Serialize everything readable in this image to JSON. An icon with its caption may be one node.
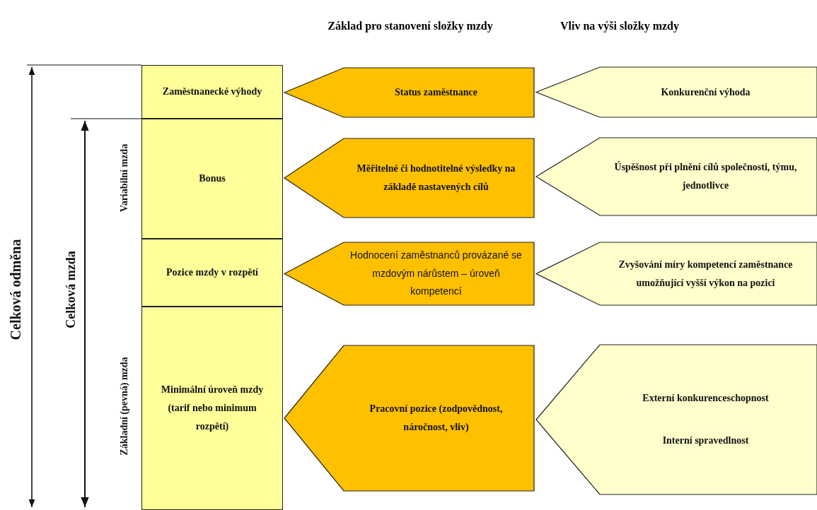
{
  "diagram": {
    "nodes": [
      {
        "text": [
          "Zaměstnanecké výhody"
        ]
      },
      {
        "text": [
          "Bonus"
        ]
      },
      {
        "text": [
          "Pozice mzdy v rozpětí"
        ]
      },
      {
        "text": [
          "Minimální úroveň mzdy (tarif nebo minimum rozpětí)"
        ]
      },
      {
        "text": [
          "Status zaměstnance"
        ]
      },
      {
        "text": [
          "Měřitelné či hodnotitelné výsledky na základě nastavených cílů"
        ]
      },
      {
        "text": [
          "Hodnocení zaměstnanců provázané se mzdovým nárůstem – úroveň kompetencí"
        ]
      },
      {
        "text": [
          "Pracovní pozice (zodpovědnost, náročnost, vliv)"
        ]
      },
      {
        "text": [
          "Konkurenční výhoda"
        ]
      },
      {
        "text": [
          "Úspěšnost při plnění cílů společnosti, týmu, jednotlivce"
        ]
      },
      {
        "text": [
          "Zvyšování míry kompetencí zaměstnance umožňující vyšší výkon na pozici"
        ]
      },
      {
        "text": [
          "Externí konkurenceschopnost",
          "Interní spravedlnost"
        ]
      }
    ],
    "labels": [
      "Základ pro stanovení složky mzdy",
      "Vliv na výši složky mzdy",
      "Celková odměna",
      "Celková mzda",
      "Variabilní mzda",
      "Základní (pevná) mzda"
    ]
  }
}
